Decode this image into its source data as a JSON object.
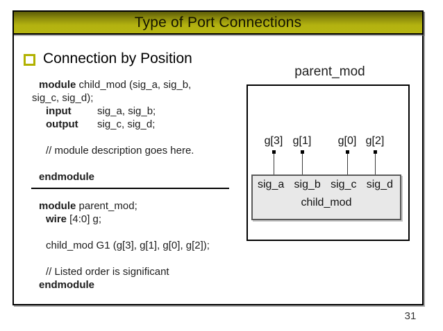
{
  "slide": {
    "title": "Type of Port Connections",
    "page_number": "31"
  },
  "heading": "Connection by Position",
  "code_blocks": [
    {
      "lines": [
        {
          "cls": "l1",
          "parts": [
            {
              "t": "module",
              "b": true
            },
            {
              "t": " child_mod (sig_a, sig_b,"
            }
          ]
        },
        {
          "cls": "",
          "parts": [
            {
              "t": "sig_c, sig_d);"
            }
          ]
        },
        {
          "cls": "l2",
          "parts": [
            {
              "t": "input",
              "b": true,
              "col": true
            },
            {
              "t": "sig_a, sig_b;"
            }
          ]
        },
        {
          "cls": "l2",
          "parts": [
            {
              "t": "output",
              "b": true,
              "col": true
            },
            {
              "t": "sig_c, sig_d;"
            }
          ]
        },
        {
          "cls": "",
          "parts": []
        },
        {
          "cls": "l2",
          "parts": [
            {
              "t": "// module description goes here."
            }
          ]
        },
        {
          "cls": "",
          "parts": []
        },
        {
          "cls": "l1",
          "parts": [
            {
              "t": "endmodule",
              "b": true
            }
          ]
        }
      ]
    },
    {
      "lines": [
        {
          "cls": "l1",
          "parts": [
            {
              "t": "module",
              "b": true
            },
            {
              "t": " parent_mod;"
            }
          ]
        },
        {
          "cls": "l2",
          "parts": [
            {
              "t": "wire",
              "b": true
            },
            {
              "t": " [4:0] g;"
            }
          ]
        },
        {
          "cls": "",
          "parts": []
        },
        {
          "cls": "l2",
          "parts": [
            {
              "t": "child_mod G1 (g[3], g[1], g[0], g[2]);"
            }
          ]
        },
        {
          "cls": "",
          "parts": []
        },
        {
          "cls": "l2",
          "parts": [
            {
              "t": "// Listed order is significant"
            }
          ]
        },
        {
          "cls": "l1",
          "parts": [
            {
              "t": "endmodule",
              "b": true
            }
          ]
        }
      ]
    }
  ],
  "diagram": {
    "parent_label": "parent_mod",
    "child_label": "child_mod",
    "connections": [
      {
        "wire": "g[3]",
        "port": "sig_a"
      },
      {
        "wire": "g[1]",
        "port": "sig_b"
      },
      {
        "wire": "g[0]",
        "port": "sig_c"
      },
      {
        "wire": "g[2]",
        "port": "sig_d"
      }
    ]
  },
  "colors": {
    "title_bar_top": "#5d5d08",
    "title_bar_bottom": "#b6b511",
    "bullet": "#b1b100",
    "diagram_box_fill": "#e8e8e8"
  }
}
